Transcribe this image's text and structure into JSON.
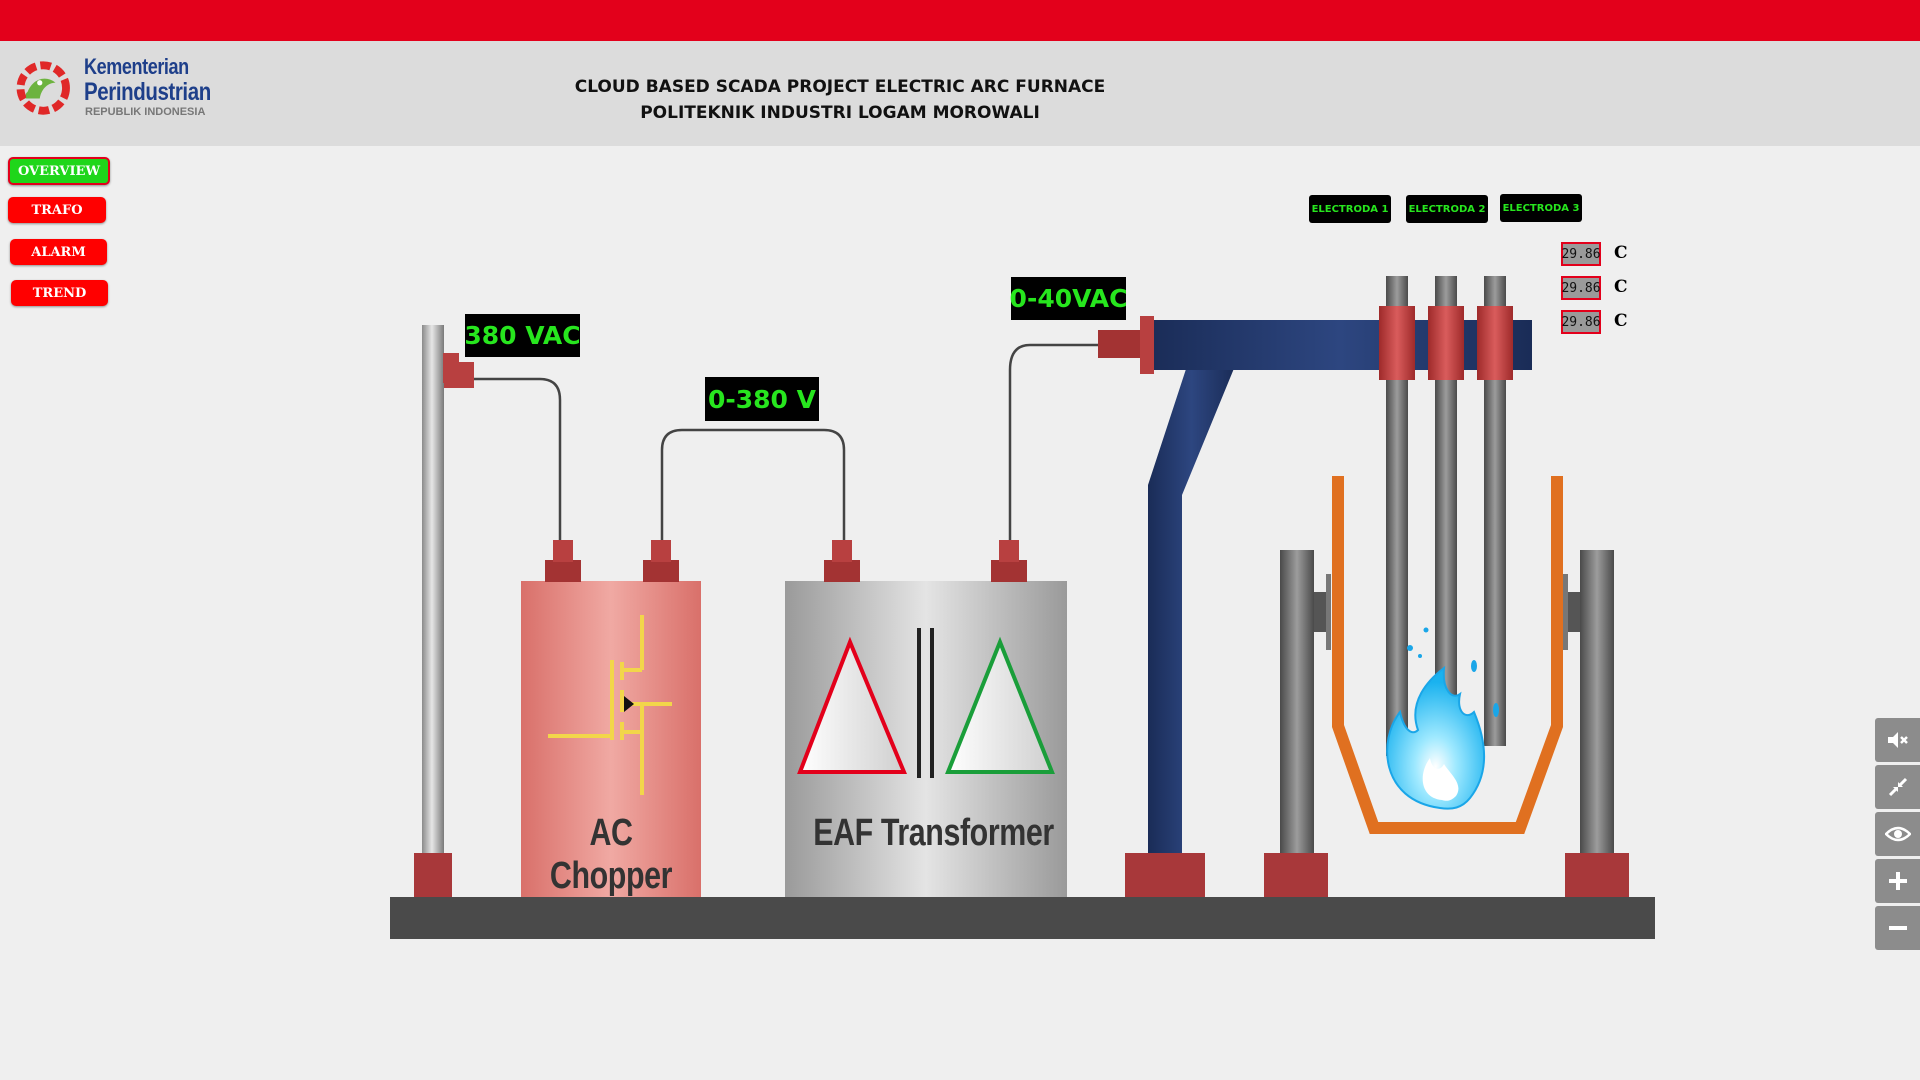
{
  "header": {
    "title_line1": "CLOUD BASED SCADA PROJECT ELECTRIC ARC FURNACE",
    "title_line2": "POLITEKNIK INDUSTRI LOGAM MOROWALI",
    "logo_line1": "Kementerian",
    "logo_line2": "Perindustrian",
    "logo_line3": "REPUBLIK INDONESIA"
  },
  "nav": {
    "overview": "OVERVIEW",
    "trafo": "TRAFO",
    "alarm": "ALARM",
    "trend": "TREND"
  },
  "diagram": {
    "label_380vac": "380 VAC",
    "label_0_380v": "0-380 V",
    "label_0_40vac": "0-40VAC",
    "chopper_label": "AC Chopper",
    "transformer_label": "EAF Transformer"
  },
  "electrodes": {
    "tabs": [
      "ELECTRODA 1",
      "ELECTRODA 2",
      "ELECTRODA 3"
    ],
    "temperatures": [
      "29.86",
      "29.86",
      "29.86"
    ],
    "unit": "C"
  },
  "side_controls": [
    "mute-icon",
    "collapse-icon",
    "eye-icon",
    "zoom-in-icon",
    "zoom-out-icon"
  ],
  "colors": {
    "topbar": "#e3001b",
    "active_nav": "#1fd61a",
    "nav": "#ff0000",
    "label_text": "#27e61e"
  }
}
